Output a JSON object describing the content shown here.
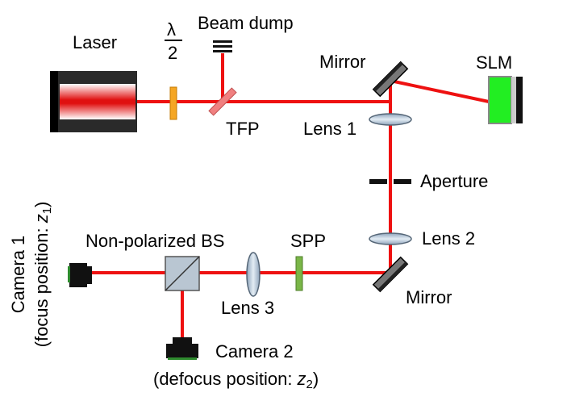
{
  "labels": {
    "laser": "Laser",
    "waveplate_num": "λ",
    "waveplate_den": "2",
    "beam_dump": "Beam dump",
    "mirror_top": "Mirror",
    "slm": "SLM",
    "tfp": "TFP",
    "lens1": "Lens 1",
    "aperture": "Aperture",
    "lens2": "Lens 2",
    "non_polarized_bs": "Non-polarized BS",
    "spp": "SPP",
    "lens3": "Lens 3",
    "mirror_bottom": "Mirror",
    "camera1_line1": "Camera 1",
    "camera1_line2_prefix": "(focus position: ",
    "camera1_var": "z",
    "camera1_sub": "1",
    "camera1_suffix": ")",
    "camera2_line1": "Camera 2",
    "camera2_line2_prefix": "(defocus position: ",
    "camera2_var": "z",
    "camera2_sub": "2",
    "camera2_suffix": ")"
  },
  "colors": {
    "beam": "#ee1111",
    "slm_screen": "#22ee22",
    "waveplate": "#f5a623",
    "tfp": "#f08080",
    "spp": "#7ab648",
    "lens": "#b8c7d6",
    "mirror": "#777777"
  }
}
